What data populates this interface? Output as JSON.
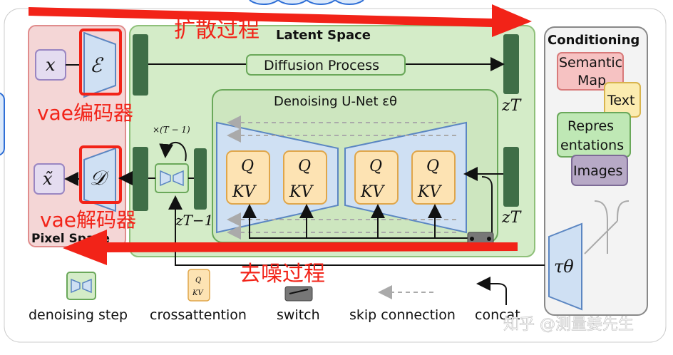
{
  "annotations": {
    "forward": "扩散过程",
    "reverse": "去噪过程",
    "vae_encoder": "vae编码器",
    "vae_decoder": "vae解码器",
    "forward_color": "#f22318",
    "reverse_color": "#f22318"
  },
  "pixel_space": {
    "title": "Pixel Space",
    "x": "x",
    "x_tilde": "x̃",
    "encoder": "ℰ",
    "decoder": "𝒟"
  },
  "latent_space": {
    "title": "Latent Space",
    "diffusion_process": "Diffusion Process",
    "z_T_top": "zT",
    "z_T_bottom": "zT",
    "z_T_minus_1": "zT−1",
    "repeat": "×(T − 1)"
  },
  "unet": {
    "title": "Denoising U-Net εθ",
    "blocks": [
      {
        "q": "Q",
        "kv": "KV"
      },
      {
        "q": "Q",
        "kv": "KV"
      },
      {
        "q": "Q",
        "kv": "KV"
      },
      {
        "q": "Q",
        "kv": "KV"
      }
    ]
  },
  "conditioning": {
    "title": "Conditioning",
    "items": [
      "Semantic Map",
      "Text",
      "Repres entations",
      "Images"
    ],
    "tau": "τθ"
  },
  "legend": {
    "denoising_step": "denoising step",
    "crossattention": "crossattention",
    "switch": "switch",
    "skip_connection": "skip connection",
    "concat": "concat",
    "kv_small_q": "Q",
    "kv_small_kv": "KV"
  },
  "watermark": "知乎 @测量姜先生",
  "colors": {
    "pixel_bg": "#f4d6d6",
    "latent_bg": "#d4ecc8",
    "unet_bg": "#cde6bf",
    "bar": "#3f6e47",
    "trapezoid": "#cfe0f3",
    "qkv": "#fde3b3"
  }
}
